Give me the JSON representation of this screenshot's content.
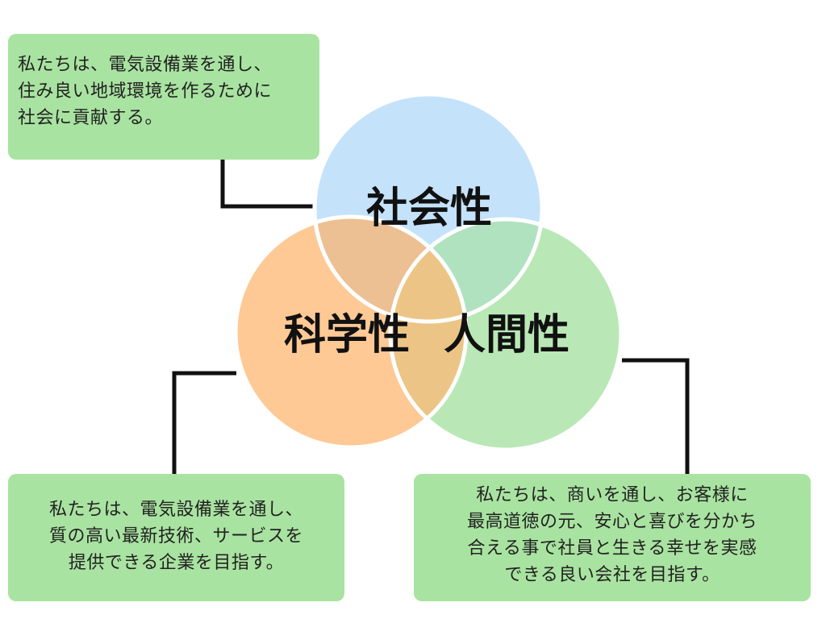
{
  "diagram": {
    "labels": {
      "society": "社会性",
      "science": "科学性",
      "humanity": "人間性"
    },
    "colors": {
      "society_circle": "#c5e2fb",
      "science_circle": "#fec995",
      "humanity_circle": "#b9e8b6",
      "society_science_overlap": "#ecc093",
      "society_humanity_overlap": "#b0e2c0",
      "center_overlap": "#ecc586",
      "box_fill": "#a9e3a1",
      "connector": "#111111"
    }
  },
  "boxes": {
    "society": {
      "lines": [
        "私たちは、電気設備業を通し、",
        "住み良い地域環境を作るために",
        "社会に貢献する。"
      ]
    },
    "science": {
      "lines": [
        "私たちは、電気設備業を通し、",
        "質の高い最新技術、サービスを",
        "提供できる企業を目指す。"
      ]
    },
    "humanity": {
      "lines": [
        "私たちは、商いを通し、お客様に",
        "最高道徳の元、安心と喜びを分かち",
        "合える事で社員と生きる幸せを実感",
        "できる良い会社を目指す。"
      ]
    }
  }
}
